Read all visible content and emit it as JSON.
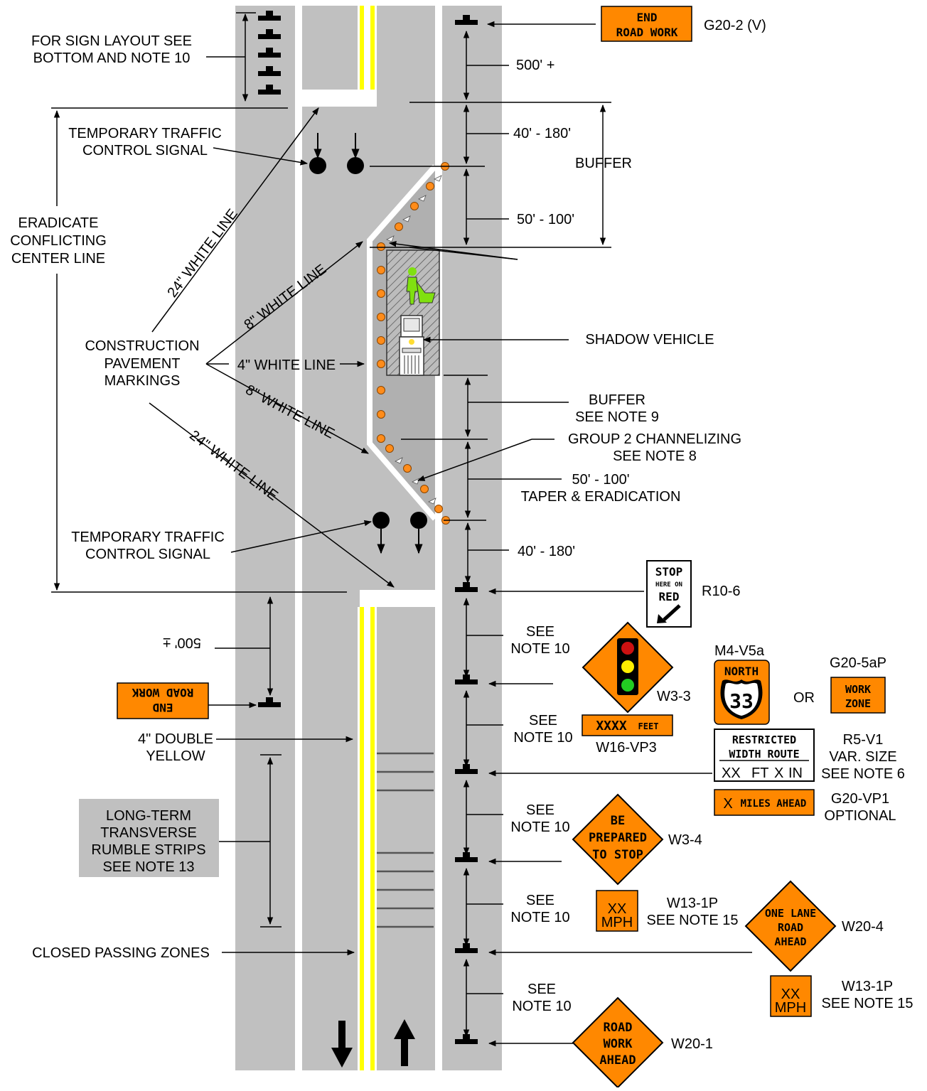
{
  "labels": {
    "sign_layout_note": [
      "FOR SIGN LAYOUT SEE",
      "BOTTOM AND NOTE 10"
    ],
    "eradicate": [
      "ERADICATE",
      "CONFLICTING",
      "CENTER  LINE"
    ],
    "ttcs_top": [
      "TEMPORARY TRAFFIC",
      "CONTROL SIGNAL"
    ],
    "ttcs_bottom": [
      "TEMPORARY TRAFFIC",
      "CONTROL SIGNAL"
    ],
    "construction_markings": [
      "CONSTRUCTION",
      "PAVEMENT",
      "MARKINGS"
    ],
    "line_24_top": "24\" WHITE LINE",
    "line_8_top": "8\" WHITE LINE",
    "line_4": "4\" WHITE LINE",
    "line_8_bottom": "8\" WHITE LINE",
    "line_24_bottom": "24\" WHITE LINE",
    "buffer_top": "BUFFER",
    "shadow_vehicle": "SHADOW VEHICLE",
    "buffer_note9": [
      "BUFFER",
      "SEE NOTE 9"
    ],
    "group2": [
      "GROUP 2 CHANNELIZING",
      "SEE NOTE 8"
    ],
    "taper": [
      "50' - 100'",
      "TAPER & ERADICATION"
    ],
    "double_yellow": [
      "4\" DOUBLE",
      "YELLOW"
    ],
    "rumble_strips": [
      "LONG-TERM",
      "TRANSVERSE",
      "RUMBLE STRIPS",
      "SEE NOTE 13"
    ],
    "closed_passing": "CLOSED PASSING ZONES",
    "or": "OR",
    "mirrored_500": "500' ±"
  },
  "dimensions": {
    "d500": "500' +",
    "d40_180_top": "40' - 180'",
    "d50_100_top": "50' - 100'",
    "d40_180_bottom": "40' - 180'",
    "see_note_10": [
      "SEE",
      "NOTE 10"
    ]
  },
  "sign_codes": {
    "g20_2": "G20-2 (V)",
    "r10_6": "R10-6",
    "w3_3": "W3-3",
    "m4_v5a": "M4-V5a",
    "g20_5ap": "G20-5aP",
    "w16_vp3": "W16-VP3",
    "r5_v1": [
      "R5-V1",
      "VAR. SIZE",
      "SEE NOTE 6"
    ],
    "g20_vp1": [
      "G20-VP1",
      "OPTIONAL"
    ],
    "w3_4": "W3-4",
    "w13_1p_a": [
      "W13-1P",
      "SEE NOTE 15"
    ],
    "w20_4": "W20-4",
    "w13_1p_b": [
      "W13-1P",
      "SEE NOTE 15"
    ],
    "w20_1": "W20-1"
  },
  "sign_faces": {
    "end_road_work": [
      "END",
      "ROAD WORK"
    ],
    "stop_here": [
      "STOP",
      "HERE ON",
      "RED"
    ],
    "north": "NORTH",
    "route": "33",
    "work_zone": [
      "WORK",
      "ZONE"
    ],
    "xxxx_feet": [
      "XXXX",
      "FEET"
    ],
    "restricted": [
      "RESTRICTED",
      "WIDTH  ROUTE"
    ],
    "restricted_dims": [
      "XX",
      "FT",
      "X",
      "IN"
    ],
    "x_miles_ahead": [
      "X",
      "MILES  AHEAD"
    ],
    "be_prepared": [
      "BE",
      "PREPARED",
      "TO STOP"
    ],
    "xx_mph": [
      "XX",
      "MPH"
    ],
    "one_lane": [
      "ONE LANE",
      "ROAD",
      "AHEAD"
    ],
    "road_work_ahead": [
      "ROAD",
      "WORK",
      "AHEAD"
    ]
  },
  "colors": {
    "road": "#c0c0c0",
    "sign_orange": "#ff8800",
    "centerline": "#ffff00",
    "channelizer": "#ff8c1a",
    "worker": "#80e010",
    "rumble_box": "#c0c0c0"
  }
}
